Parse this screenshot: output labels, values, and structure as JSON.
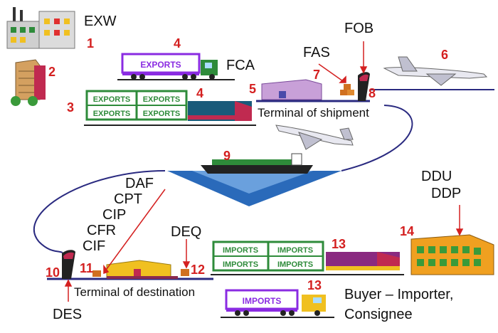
{
  "terms": {
    "exw": "EXW",
    "fca": "FCA",
    "fas": "FAS",
    "fob": "FOB",
    "daf": "DAF",
    "cpt": "CPT",
    "cip": "CIP",
    "cfr": "CFR",
    "cif": "CIF",
    "deq": "DEQ",
    "des": "DES",
    "ddu": "DDU",
    "ddp": "DDP"
  },
  "places": {
    "terminal_shipment": "Terminal of shipment",
    "terminal_destination": "Terminal of destination",
    "buyer_line1": "Buyer – Importer,",
    "buyer_line2": "Consignee"
  },
  "container_labels": {
    "exports": "EXPORTS",
    "imports": "IMPORTS"
  },
  "numbers": [
    "1",
    "2",
    "3",
    "4",
    "4",
    "5",
    "6",
    "7",
    "8",
    "9",
    "10",
    "11",
    "12",
    "13",
    "13",
    "14"
  ],
  "colors": {
    "number": "#d42020",
    "truck_box": "#8a2be2",
    "container": "#2e8b3a",
    "terminal": "#c8a0d8",
    "warehouse": "#f0c020",
    "arrow": "#d42020",
    "route": "#2a2a80"
  },
  "icons": [
    "factory-icon",
    "office-building-icon",
    "truck-icon",
    "train-icon",
    "airplane-icon",
    "ship-icon",
    "warehouse-icon",
    "crate-icon"
  ]
}
